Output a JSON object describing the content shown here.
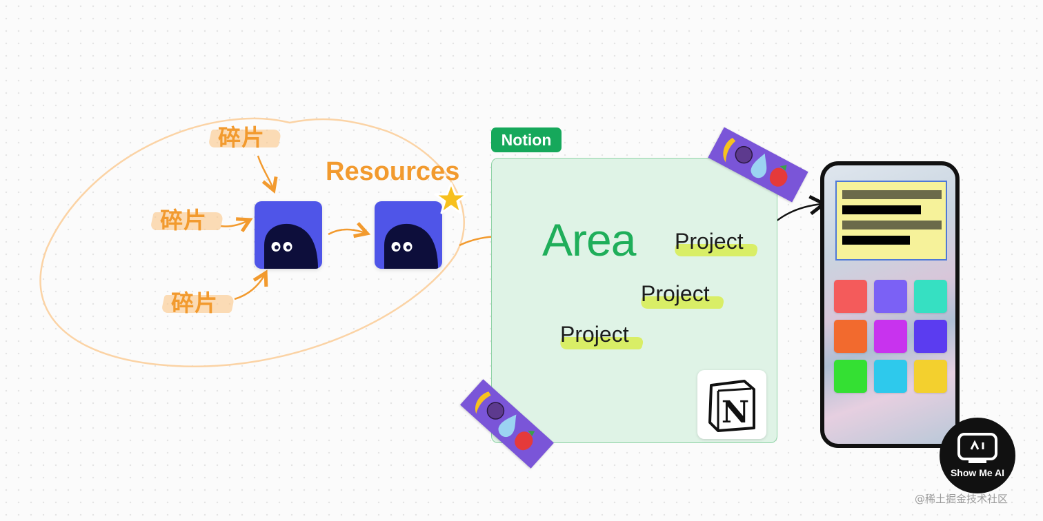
{
  "diagram": {
    "fragments": [
      {
        "id": "fragment-top",
        "label": "碎片"
      },
      {
        "id": "fragment-middle",
        "label": "碎片"
      },
      {
        "id": "fragment-bottom",
        "label": "碎片"
      }
    ],
    "resources_label": "Resources",
    "notion_tag": "Notion",
    "area_label": "Area",
    "projects": [
      {
        "label": "Project"
      },
      {
        "label": "Project"
      },
      {
        "label": "Project"
      }
    ],
    "notion_logo_letter": "N",
    "watermark": {
      "badge_text": "Show Me AI",
      "site_credit": "@稀土掘金技术社区"
    }
  },
  "colors": {
    "orange": "#f29a2e",
    "orange_highlight": "#fbc98f",
    "notion_green": "#16a85b",
    "board_fill": "#dff3e6",
    "project_highlight": "#d9ee66",
    "icon_blue": "#4f55e8",
    "tape_purple": "#7a55d8",
    "app_tiles": [
      "#f45b5b",
      "#7b61f5",
      "#36e0c2",
      "#f26a2e",
      "#c833ee",
      "#5b3cf0",
      "#34e033",
      "#2ec9ec",
      "#f3d02e"
    ]
  }
}
